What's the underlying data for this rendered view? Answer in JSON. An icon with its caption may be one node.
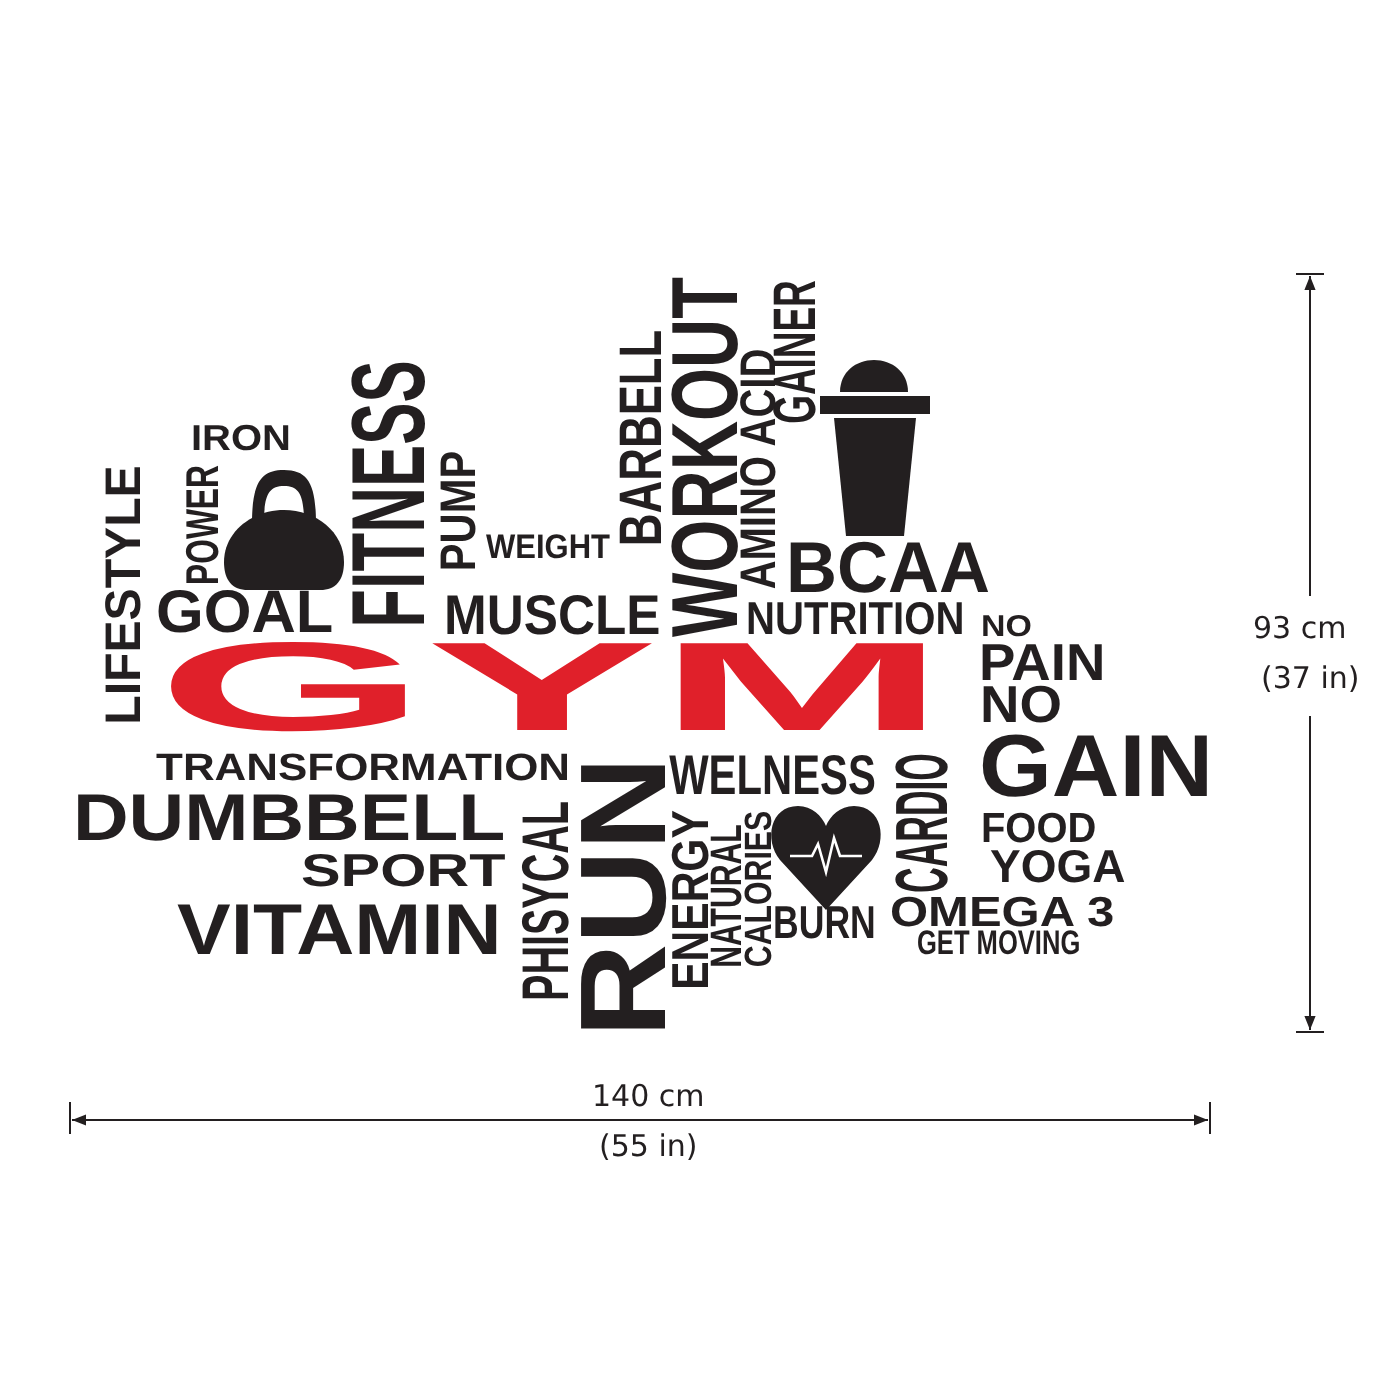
{
  "diagram": {
    "labels": [
      "WORKOUT",
      "GAINER",
      "FITNESS",
      "BARBELL",
      "AMINO ACID",
      "IRON",
      "LIFESTYLE",
      "POWER",
      "PUMP",
      "WEIGHT",
      "BCAA",
      "GOAL",
      "MUSCLE",
      "NUTRITION",
      "NO",
      "GYM",
      "PAIN",
      "NO",
      "93 cm",
      "(37 in)",
      "TRANSFORMATION",
      "WELNESS",
      "CARDIO",
      "GAIN",
      "DUMBBELL",
      "PHISYCAL",
      "RUN",
      "ENERGY",
      "NATURAL",
      "CALORIES",
      "FOOD",
      "SPORT",
      "YOGA",
      "BURN",
      "OMEGA 3",
      "GET MOVING",
      "VITAMIN",
      "140 cm",
      "(55 in)"
    ]
  }
}
